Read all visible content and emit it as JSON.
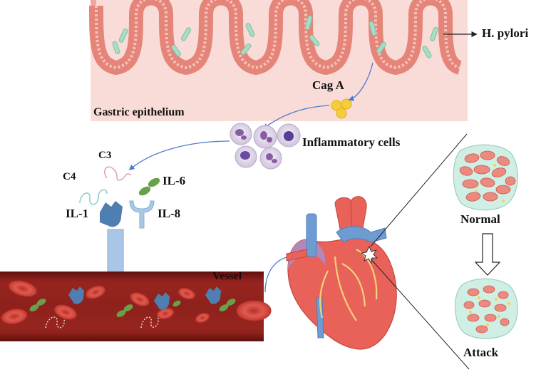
{
  "labels": {
    "h_pylori": "H. pylori",
    "cag_a": "Cag A",
    "gastric_epithelium": "Gastric epithelium",
    "inflammatory_cells": "Inflammatory cells",
    "c3": "C3",
    "c4": "C4",
    "il6": "IL-6",
    "il1": "IL-1",
    "il8": "IL-8",
    "vessel": "Vessel",
    "normal": "Normal",
    "attack": "Attack"
  },
  "colors": {
    "epithelium_bg": "#f9dcd8",
    "epithelium_cell": "#e5857a",
    "bacteria": "#a9dcc4",
    "cag_a": "#f5cc3a",
    "vessel_wall": "#7a1512",
    "vessel_lumen": "#9b2621",
    "rbc": "#d9463b",
    "il1": "#4f7fb0",
    "il8": "#a8c8e4",
    "il6": "#6aa04a",
    "heart": "#e8625a",
    "aorta_blue": "#6f9bd3",
    "arrow_blue": "#4a7cc9",
    "cell_purple": "#8a5aa5"
  },
  "icons": [
    "bacteria-icon",
    "cag-a-icon",
    "inflammatory-cell-icon",
    "c3-icon",
    "c4-icon",
    "il6-icon",
    "il1-icon",
    "il8-icon",
    "red-blood-cell-icon",
    "heart-icon",
    "infarct-star-icon",
    "tissue-normal-icon",
    "tissue-attack-icon"
  ]
}
